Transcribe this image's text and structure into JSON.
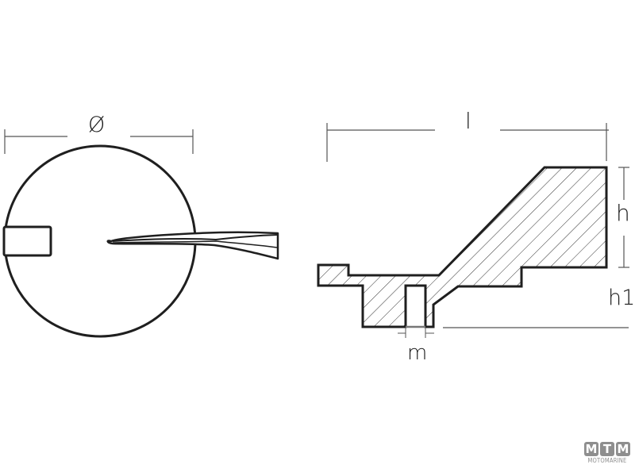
{
  "diagram": {
    "title": "",
    "subject": "anode technical drawing",
    "views": [
      {
        "name": "top-view",
        "shape": "circle with rectangular tab and blade"
      },
      {
        "name": "side-section-view",
        "shape": "hatched cross-section profile"
      }
    ]
  },
  "dimensions": {
    "diameter": {
      "label": "Ø"
    },
    "length": {
      "label": "l"
    },
    "height": {
      "label": "h"
    },
    "height1": {
      "label": "h1"
    },
    "slot_width": {
      "label": "m"
    }
  },
  "logo": {
    "letters": [
      "M",
      "T",
      "M"
    ],
    "brand": "MOTOMARINE"
  },
  "colors": {
    "outline": "#1f1f1f",
    "dimension_line": "#555555",
    "hatch": "#333333",
    "logo": "#8e8e8e",
    "background": "#ffffff"
  }
}
